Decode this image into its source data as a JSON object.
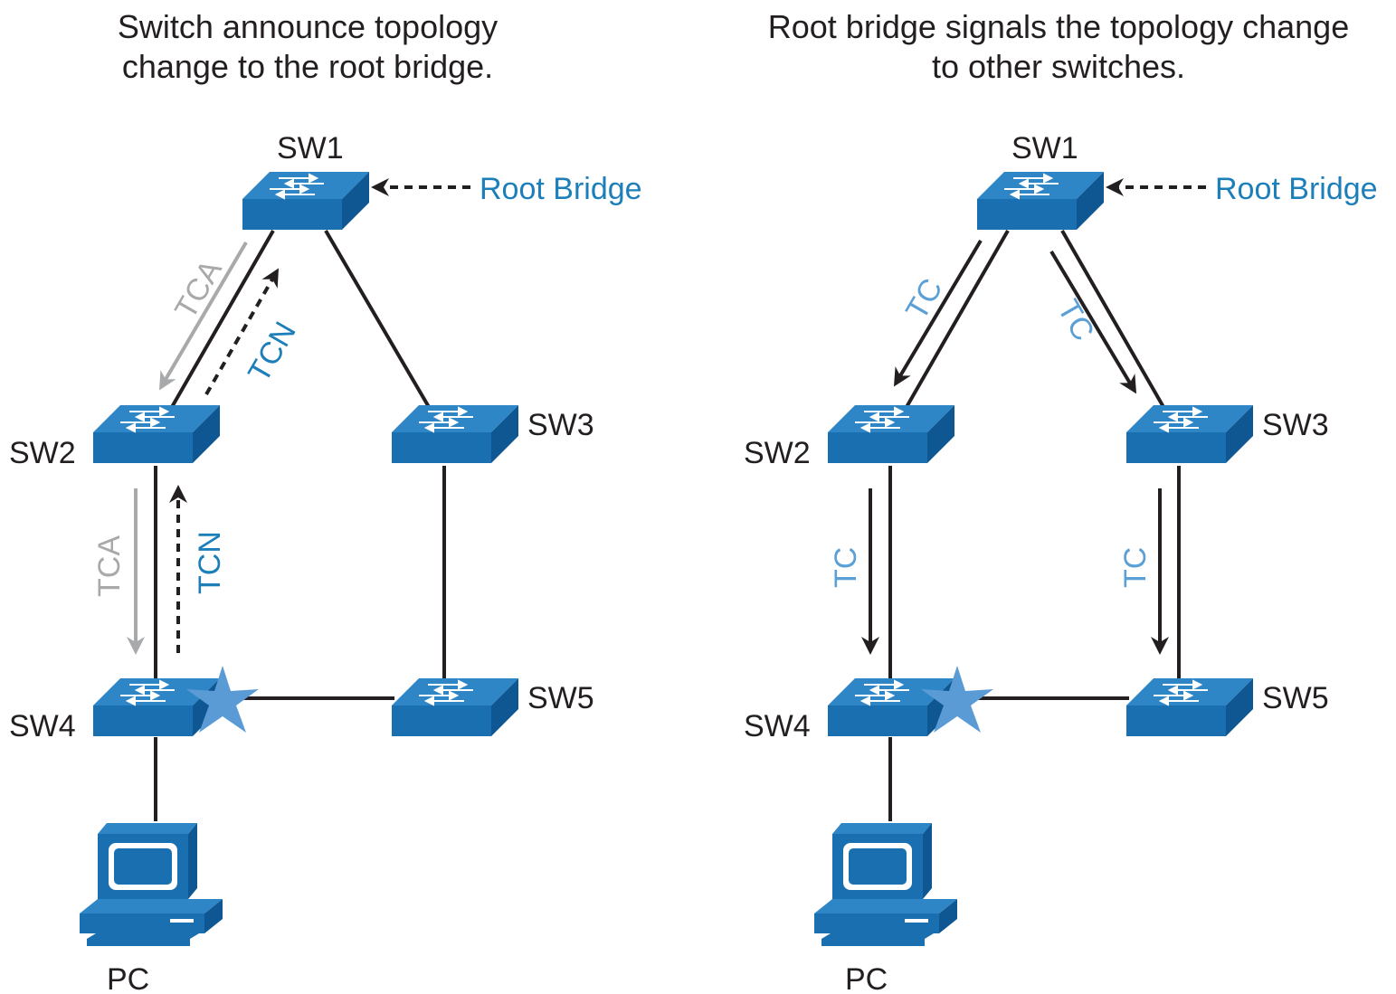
{
  "panels": [
    {
      "caption": "Switch announce topology\nchange to the root bridge.",
      "root_label": "Root Bridge",
      "switches": [
        "SW1",
        "SW2",
        "SW3",
        "SW4",
        "SW5"
      ],
      "pc_label": "PC",
      "messages": [
        "TCA",
        "TCN",
        "TCA",
        "TCN"
      ]
    },
    {
      "caption": "Root bridge signals the topology change\nto other switches.",
      "root_label": "Root Bridge",
      "switches": [
        "SW1",
        "SW2",
        "SW3",
        "SW4",
        "SW5"
      ],
      "pc_label": "PC",
      "messages": [
        "TC",
        "TC",
        "TC",
        "TC"
      ]
    }
  ],
  "colors": {
    "switch": "#1a6fb0",
    "switch_dark": "#0f5792",
    "link": "#231f20",
    "tca": "#a8a9ab",
    "tcn": "#1d7fba",
    "tc": "#5aa0d6",
    "failure_star": "#5a9bd5"
  }
}
